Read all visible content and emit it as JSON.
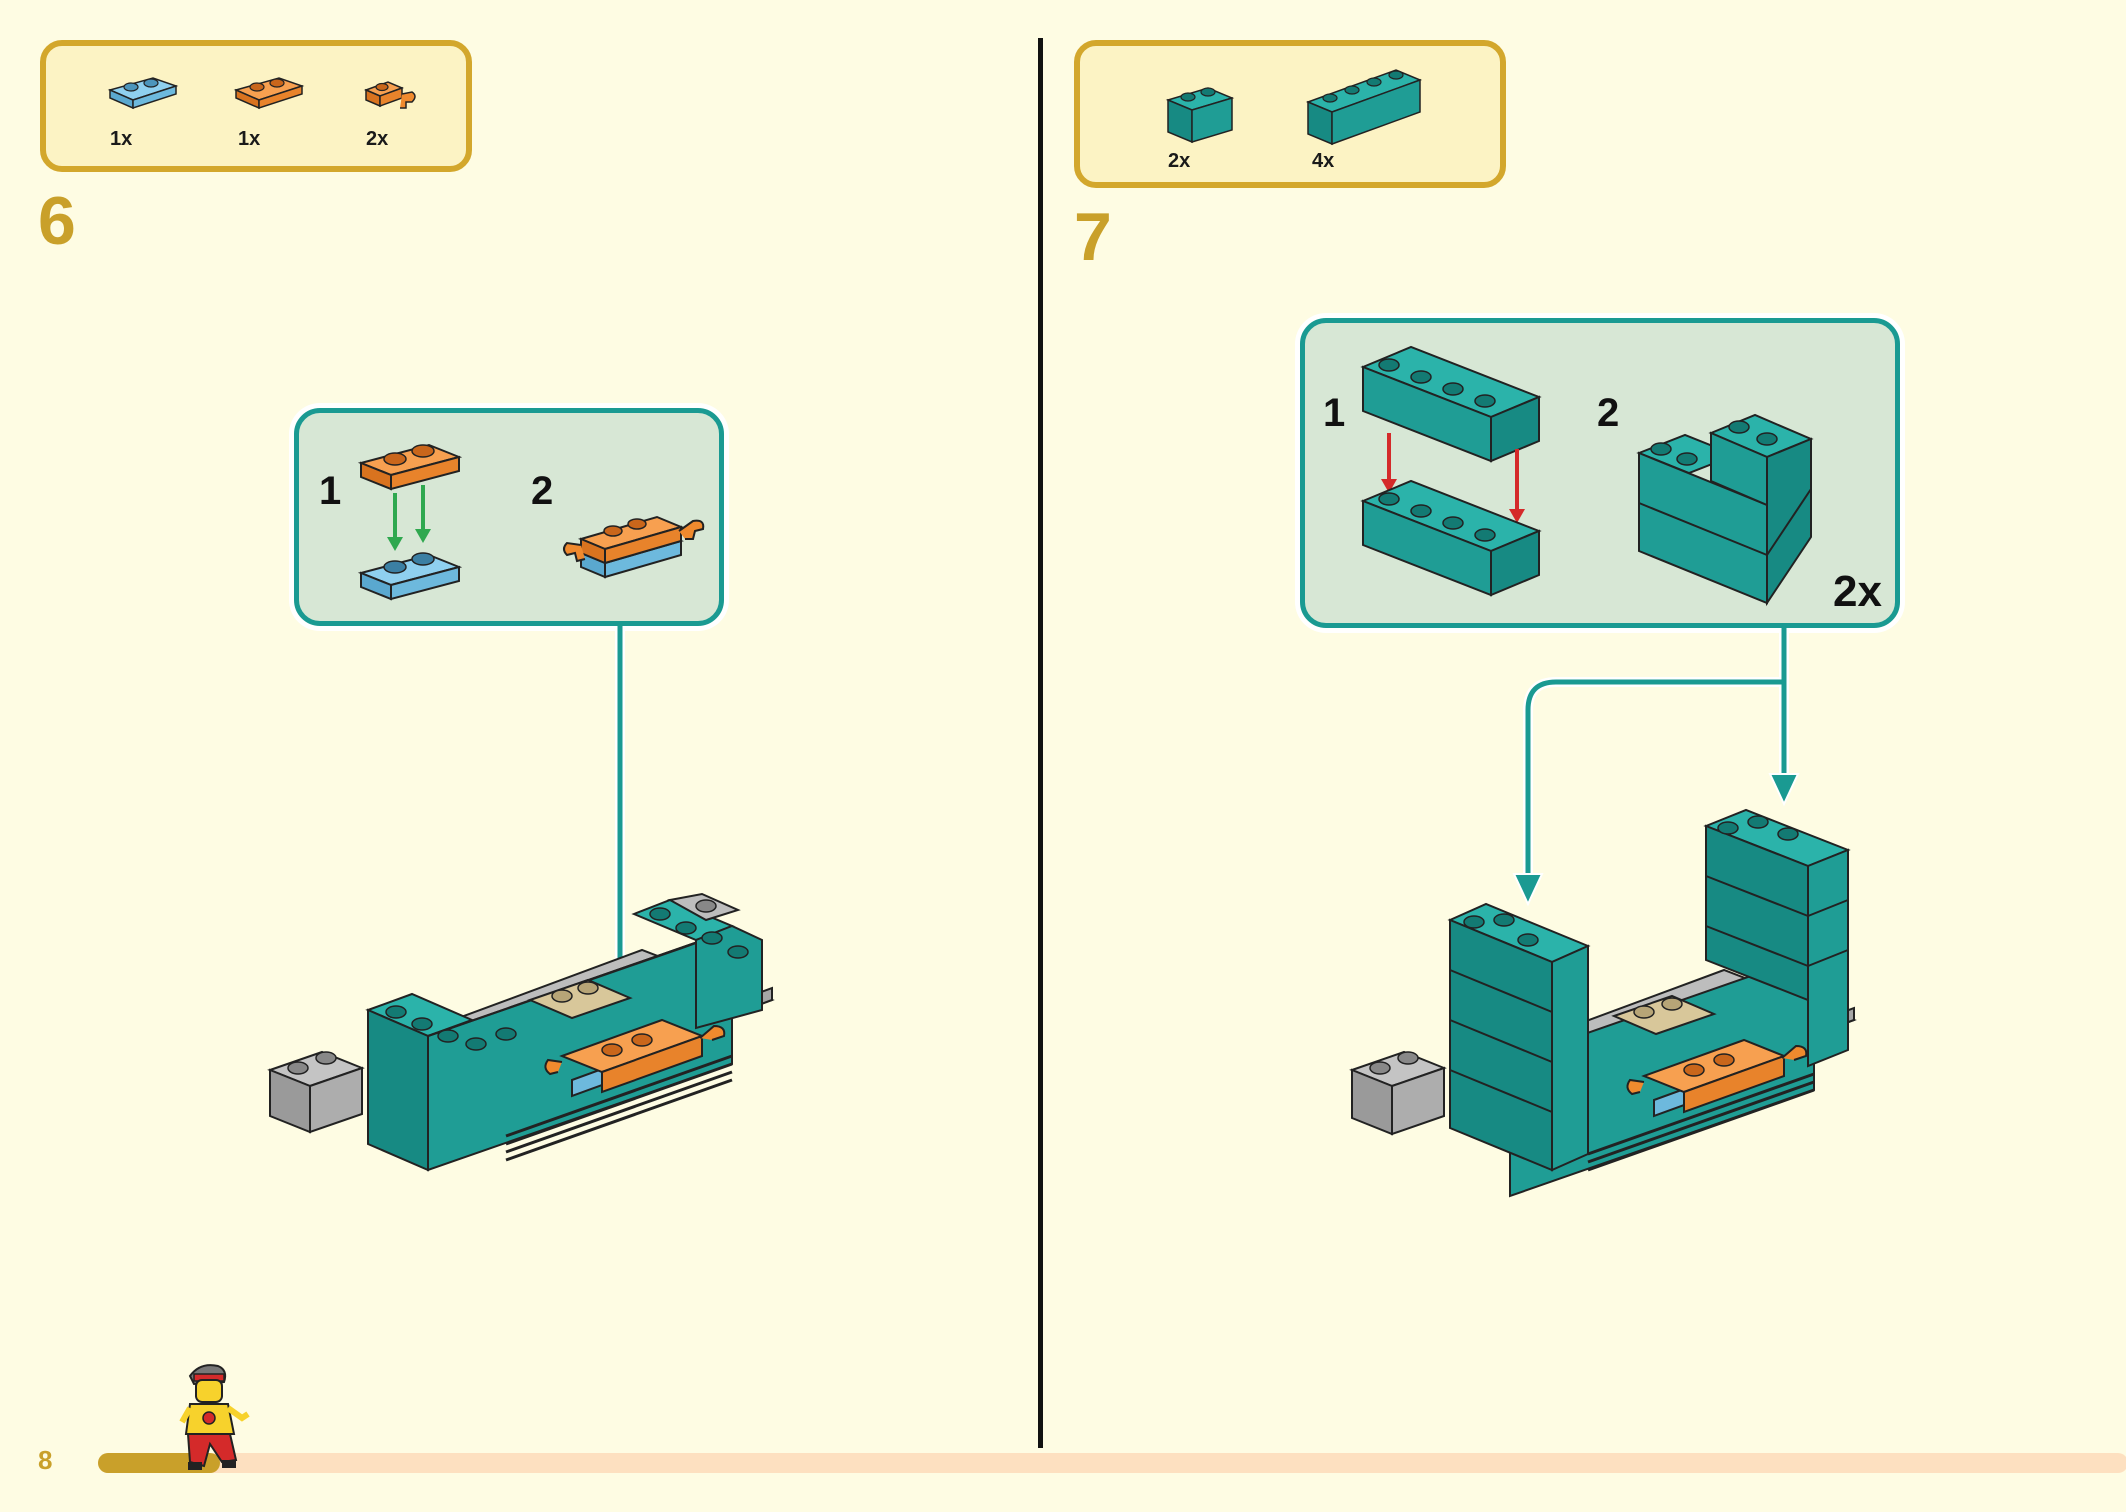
{
  "page": {
    "number": "8",
    "progress": 0.06
  },
  "steps": [
    {
      "number": "6",
      "parts": [
        {
          "icon": "blue-plate-1x2-icon",
          "count": "1x"
        },
        {
          "icon": "orange-plate-1x2-icon",
          "count": "1x"
        },
        {
          "icon": "orange-plate-with-clip-icon",
          "count": "2x"
        }
      ],
      "substeps": [
        "1",
        "2"
      ]
    },
    {
      "number": "7",
      "parts": [
        {
          "icon": "teal-brick-1x2-icon",
          "count": "2x"
        },
        {
          "icon": "teal-brick-1x4-icon",
          "count": "4x"
        }
      ],
      "substeps": [
        "1",
        "2"
      ],
      "multiplier": "2x"
    }
  ],
  "colors": {
    "page_bg": "#fefce3",
    "parts_border": "#d3a72c",
    "step_number": "#c9a02a",
    "callout_border": "#1a9a92",
    "callout_bg": "#d7e7d5",
    "teal_brick": "#1f9d95",
    "orange_brick": "#f08a2e",
    "blue_brick": "#7cc4e8",
    "tan_brick": "#d8c79a",
    "grey_brick": "#a6a6a6",
    "arrow_green": "#2fa84f",
    "arrow_red": "#d42a2a"
  }
}
